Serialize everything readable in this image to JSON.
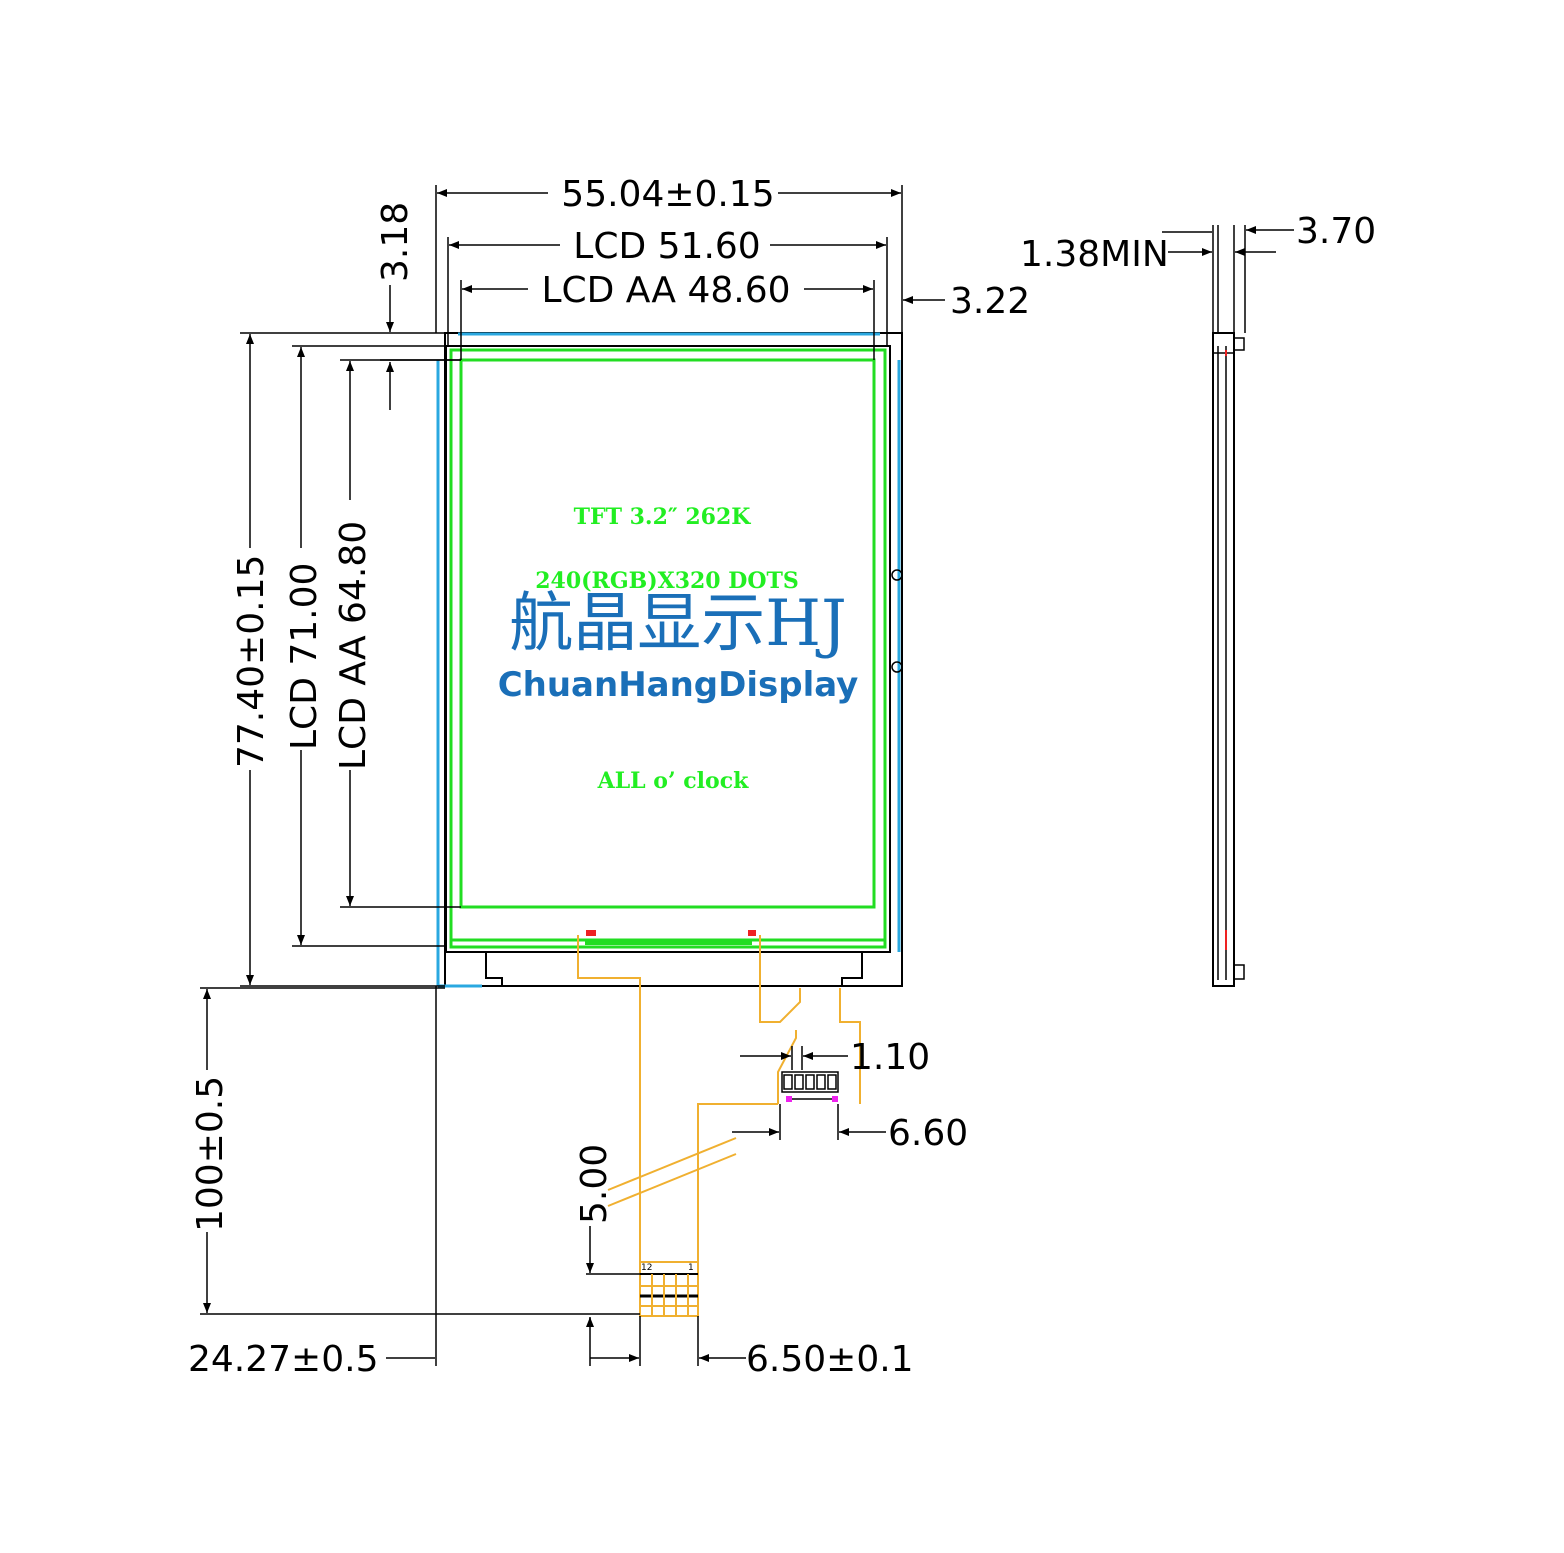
{
  "front_view": {
    "width_overall": "55.04±0.15",
    "width_lcd": "LCD 51.60",
    "width_lcd_aa": "LCD AA 48.60",
    "offset_right": "3.22",
    "offset_top": "3.18",
    "height_overall": "77.40±0.15",
    "height_lcd": "LCD 71.00",
    "height_lcd_aa": "LCD AA 64.80",
    "fpc_length": "100±0.5",
    "fpc_offset": "24.27±0.5",
    "fpc_width": "6.50±0.1",
    "tab_width": "6.60",
    "connector_pitch": "1.10",
    "fpc_step": "5.00",
    "pin_first": "12",
    "pin_last": "1"
  },
  "side_view": {
    "thickness_min": "1.38MIN",
    "thickness_total": "3.70"
  },
  "panel_text": {
    "line1": "TFT 3.2″ 262K",
    "line2": "240(RGB)X320 DOTS",
    "line3": "ALL o’ clock"
  },
  "watermark": {
    "cn": "航晶显示HJ",
    "en": "ChuanHangDisplay"
  },
  "colors": {
    "fpc": "#f0b030",
    "bezel": "#2aa8e0",
    "active_area": "#22dd22",
    "hatch": "#2233cc",
    "logo": "#1a6fb8"
  }
}
